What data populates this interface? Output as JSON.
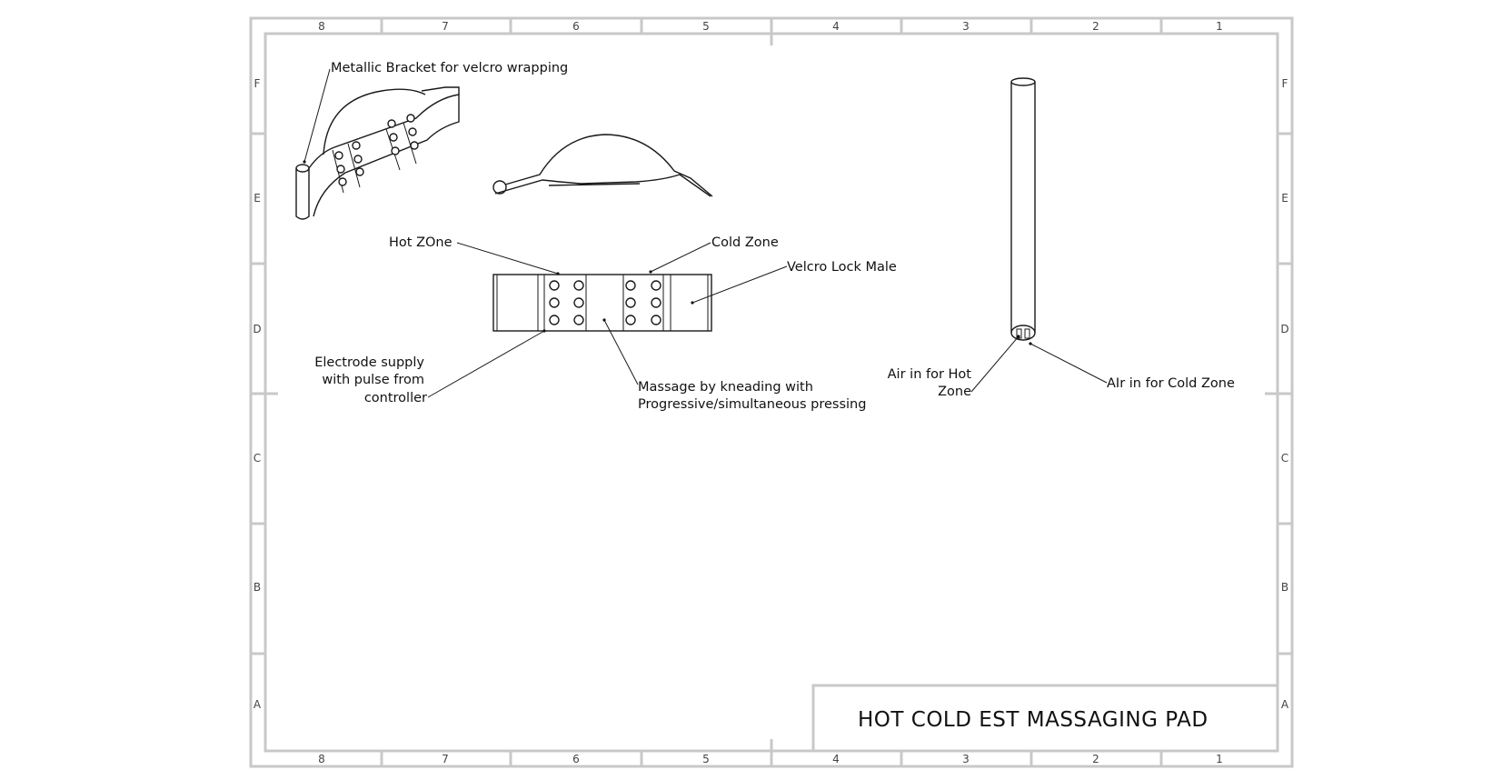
{
  "sheet": {
    "top_column_labels": [
      "8",
      "7",
      "6",
      "5",
      "4",
      "3",
      "2",
      "1"
    ],
    "bottom_column_labels": [
      "8",
      "7",
      "6",
      "5",
      "4",
      "3",
      "2",
      "1"
    ],
    "left_row_labels": [
      "F",
      "E",
      "D",
      "C",
      "B",
      "A"
    ],
    "right_row_labels": [
      "F",
      "E",
      "D",
      "C",
      "B",
      "A"
    ]
  },
  "title_block": {
    "title": "HOT COLD EST MASSAGING PAD"
  },
  "callouts": {
    "metallic_bracket": "Metallic Bracket for velcro wrapping",
    "hot_zone": "Hot ZOne",
    "cold_zone": "Cold Zone",
    "velcro_lock": "Velcro Lock Male",
    "electrode_line1": "Electrode supply",
    "electrode_line2": "with pulse from",
    "electrode_line3": "controller",
    "massage_line1": "Massage by kneading with",
    "massage_line2": "Progressive/simultaneous pressing",
    "air_hot_line1": "Air in for Hot",
    "air_hot_line2": "Zone",
    "air_cold": "AIr in for Cold Zone"
  }
}
